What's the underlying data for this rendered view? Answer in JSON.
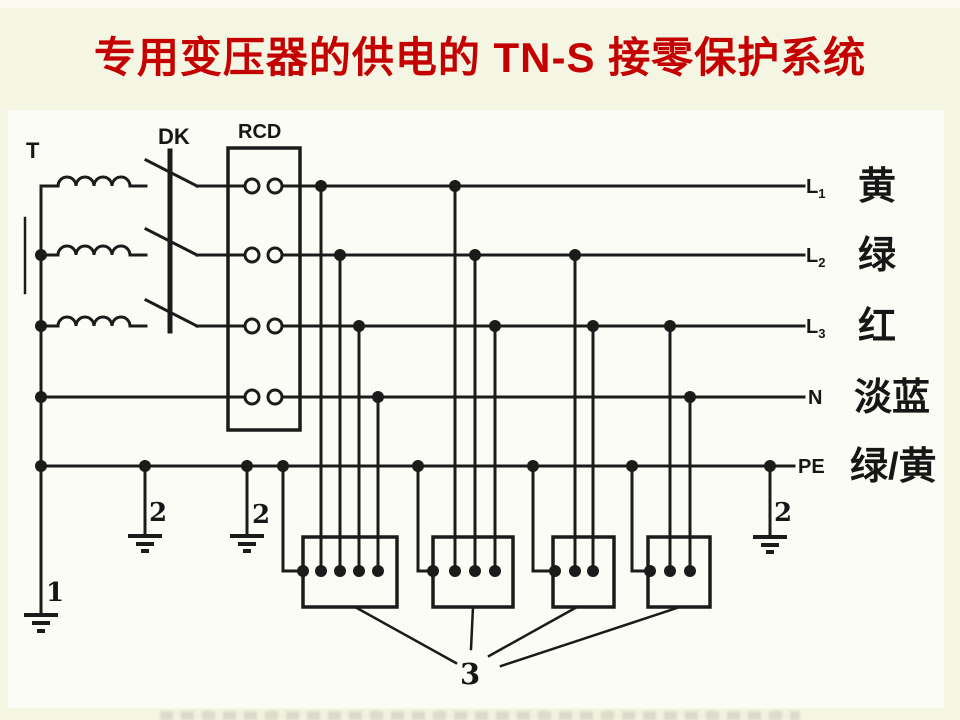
{
  "title": {
    "text": "专用变压器的供电的 TN-S 接零保护系统"
  },
  "colors": {
    "background": "#f4f5e2",
    "panel": "#fcfcf7",
    "ink": "#1b1b1b",
    "title_red": "#c40000"
  },
  "diagram": {
    "transformer_label": "T",
    "switch_label": "DK",
    "rcd_label": "RCD",
    "lines": [
      {
        "id": "L1",
        "label": "L",
        "sub": "1",
        "color_name": "黄"
      },
      {
        "id": "L2",
        "label": "L",
        "sub": "2",
        "color_name": "绿"
      },
      {
        "id": "L3",
        "label": "L",
        "sub": "3",
        "color_name": "红"
      },
      {
        "id": "N",
        "label": "N",
        "sub": "",
        "color_name": "淡蓝"
      },
      {
        "id": "PE",
        "label": "PE",
        "sub": "",
        "color_name": "绿/黄"
      }
    ],
    "callouts": {
      "working_ground": "1",
      "repeated_ground": "2",
      "equipment": "3"
    }
  }
}
